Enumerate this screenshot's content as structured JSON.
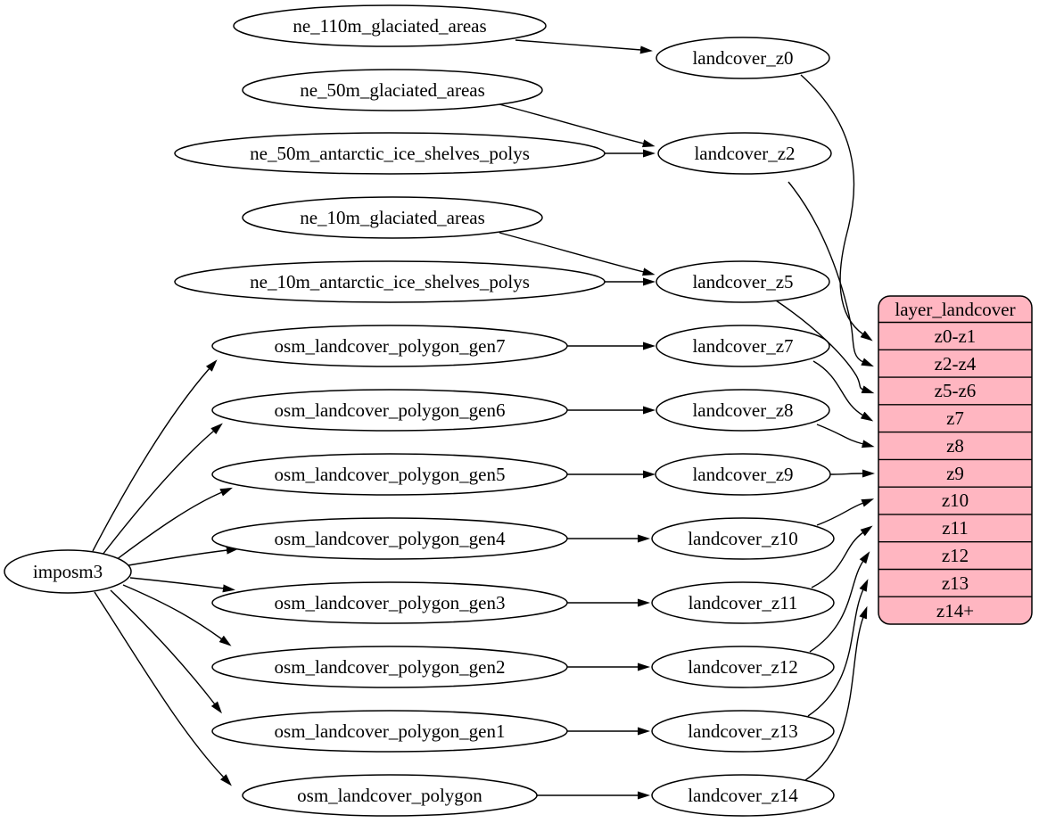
{
  "diagram_type": "graphviz-dependency-graph",
  "labels": {
    "imposm3": "imposm3",
    "ne_110m_glaciated_areas": "ne_110m_glaciated_areas",
    "ne_50m_glaciated_areas": "ne_50m_glaciated_areas",
    "ne_50m_antarctic_ice_shelves_polys": "ne_50m_antarctic_ice_shelves_polys",
    "ne_10m_glaciated_areas": "ne_10m_glaciated_areas",
    "ne_10m_antarctic_ice_shelves_polys": "ne_10m_antarctic_ice_shelves_polys",
    "osm_landcover_polygon_gen7": "osm_landcover_polygon_gen7",
    "osm_landcover_polygon_gen6": "osm_landcover_polygon_gen6",
    "osm_landcover_polygon_gen5": "osm_landcover_polygon_gen5",
    "osm_landcover_polygon_gen4": "osm_landcover_polygon_gen4",
    "osm_landcover_polygon_gen3": "osm_landcover_polygon_gen3",
    "osm_landcover_polygon_gen2": "osm_landcover_polygon_gen2",
    "osm_landcover_polygon_gen1": "osm_landcover_polygon_gen1",
    "osm_landcover_polygon": "osm_landcover_polygon",
    "landcover_z0": "landcover_z0",
    "landcover_z2": "landcover_z2",
    "landcover_z5": "landcover_z5",
    "landcover_z7": "landcover_z7",
    "landcover_z8": "landcover_z8",
    "landcover_z9": "landcover_z9",
    "landcover_z10": "landcover_z10",
    "landcover_z11": "landcover_z11",
    "landcover_z12": "landcover_z12",
    "landcover_z13": "landcover_z13",
    "landcover_z14": "landcover_z14"
  },
  "table": {
    "title": "layer_landcover",
    "rows": [
      "z0-z1",
      "z2-z4",
      "z5-z6",
      "z7",
      "z8",
      "z9",
      "z10",
      "z11",
      "z12",
      "z13",
      "z14+"
    ]
  },
  "edges": [
    {
      "from": "ne_110m_glaciated_areas",
      "to": "landcover_z0"
    },
    {
      "from": "ne_50m_glaciated_areas",
      "to": "landcover_z2"
    },
    {
      "from": "ne_50m_antarctic_ice_shelves_polys",
      "to": "landcover_z2"
    },
    {
      "from": "ne_10m_glaciated_areas",
      "to": "landcover_z5"
    },
    {
      "from": "ne_10m_antarctic_ice_shelves_polys",
      "to": "landcover_z5"
    },
    {
      "from": "imposm3",
      "to": "osm_landcover_polygon_gen7"
    },
    {
      "from": "imposm3",
      "to": "osm_landcover_polygon_gen6"
    },
    {
      "from": "imposm3",
      "to": "osm_landcover_polygon_gen5"
    },
    {
      "from": "imposm3",
      "to": "osm_landcover_polygon_gen4"
    },
    {
      "from": "imposm3",
      "to": "osm_landcover_polygon_gen3"
    },
    {
      "from": "imposm3",
      "to": "osm_landcover_polygon_gen2"
    },
    {
      "from": "imposm3",
      "to": "osm_landcover_polygon_gen1"
    },
    {
      "from": "imposm3",
      "to": "osm_landcover_polygon"
    },
    {
      "from": "osm_landcover_polygon_gen7",
      "to": "landcover_z7"
    },
    {
      "from": "osm_landcover_polygon_gen6",
      "to": "landcover_z8"
    },
    {
      "from": "osm_landcover_polygon_gen5",
      "to": "landcover_z9"
    },
    {
      "from": "osm_landcover_polygon_gen4",
      "to": "landcover_z10"
    },
    {
      "from": "osm_landcover_polygon_gen3",
      "to": "landcover_z11"
    },
    {
      "from": "osm_landcover_polygon_gen2",
      "to": "landcover_z12"
    },
    {
      "from": "osm_landcover_polygon_gen1",
      "to": "landcover_z13"
    },
    {
      "from": "osm_landcover_polygon",
      "to": "landcover_z14"
    },
    {
      "from": "landcover_z0",
      "to": "layer_landcover:z0-z1"
    },
    {
      "from": "landcover_z2",
      "to": "layer_landcover:z2-z4"
    },
    {
      "from": "landcover_z5",
      "to": "layer_landcover:z5-z6"
    },
    {
      "from": "landcover_z7",
      "to": "layer_landcover:z7"
    },
    {
      "from": "landcover_z8",
      "to": "layer_landcover:z8"
    },
    {
      "from": "landcover_z9",
      "to": "layer_landcover:z9"
    },
    {
      "from": "landcover_z10",
      "to": "layer_landcover:z10"
    },
    {
      "from": "landcover_z11",
      "to": "layer_landcover:z11"
    },
    {
      "from": "landcover_z12",
      "to": "layer_landcover:z12"
    },
    {
      "from": "landcover_z13",
      "to": "layer_landcover:z13"
    },
    {
      "from": "landcover_z14",
      "to": "layer_landcover:z14+"
    }
  ],
  "colors": {
    "background": "#ffffff",
    "node_fill": "#ffffff",
    "node_stroke": "#000000",
    "edge": "#000000",
    "table_fill": "#ffb6c1"
  }
}
